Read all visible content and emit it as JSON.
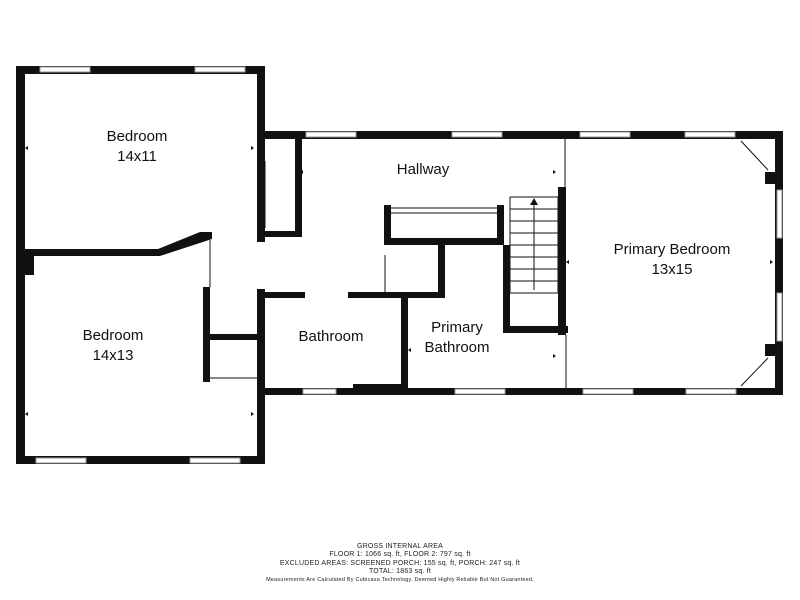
{
  "rooms": {
    "bedroom_top": {
      "name": "Bedroom",
      "dims": "14x11"
    },
    "bedroom_bottom": {
      "name": "Bedroom",
      "dims": "14x13"
    },
    "hallway": {
      "name": "Hallway"
    },
    "bathroom": {
      "name": "Bathroom"
    },
    "primary_bathroom": {
      "line1": "Primary",
      "line2": "Bathroom"
    },
    "primary_bedroom": {
      "name": "Primary Bedroom",
      "dims": "13x15"
    }
  },
  "area_summary": {
    "heading": "GROSS INTERNAL AREA",
    "floors": "FLOOR 1: 1066 sq. ft, FLOOR 2: 797 sq. ft",
    "excluded": "EXCLUDED AREAS: SCREENED PORCH: 155 sq. ft, PORCH: 247 sq. ft",
    "total": "TOTAL: 1863 sq. ft",
    "disclaimer": "Measurements Are Calculated By Cubicasa Technology. Deemed Highly Reliable But Not Guaranteed."
  },
  "colors": {
    "wall": "#111111",
    "window": "#9a9a9a",
    "background": "#ffffff"
  }
}
